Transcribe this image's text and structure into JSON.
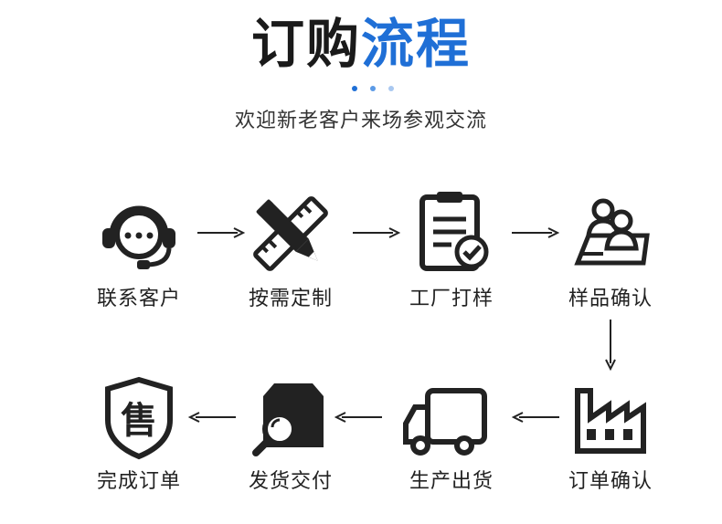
{
  "header": {
    "title_part1": "订购",
    "title_part2": "流程",
    "subtitle": "欢迎新老客户来场参观交流",
    "dot_colors": [
      "#1f6fd6",
      "#5b9ae6",
      "#a9c8f0"
    ]
  },
  "colors": {
    "icon": "#222222",
    "accent": "#1f6fd6"
  },
  "steps": [
    {
      "label": "联系客户",
      "icon": "headset-icon"
    },
    {
      "label": "按需定制",
      "icon": "pencil-ruler-icon"
    },
    {
      "label": "工厂打样",
      "icon": "clipboard-check-icon"
    },
    {
      "label": "样品确认",
      "icon": "users-card-icon"
    },
    {
      "label": "订单确认",
      "icon": "factory-icon"
    },
    {
      "label": "生产出货",
      "icon": "truck-icon"
    },
    {
      "label": "发货交付",
      "icon": "box-search-icon"
    },
    {
      "label": "完成订单",
      "icon": "shield-sale-icon"
    }
  ]
}
